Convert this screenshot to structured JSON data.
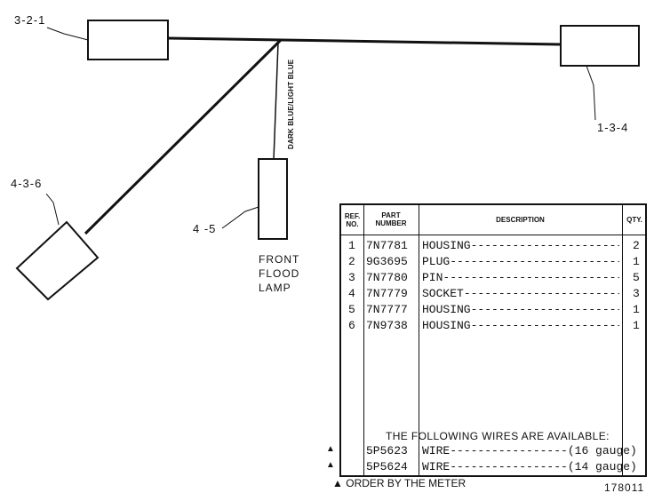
{
  "callouts": {
    "c321": "3-2-1",
    "c134": "1-3-4",
    "c436": "4-3-6",
    "c45": "4 -5"
  },
  "lamp_label": [
    "FRONT",
    "FLOOD",
    "LAMP"
  ],
  "wire_label": "DARK BLUE/LIGHT BLUE",
  "table": {
    "headers": {
      "ref": [
        "REF.",
        "NO."
      ],
      "part": [
        "PART",
        "NUMBER"
      ],
      "desc": "DESCRIPTION",
      "qty": "QTY."
    },
    "rows": [
      {
        "ref": "1",
        "part": "7N7781",
        "desc": "HOUSING",
        "qty": "2"
      },
      {
        "ref": "2",
        "part": "9G3695",
        "desc": "PLUG",
        "qty": "1"
      },
      {
        "ref": "3",
        "part": "7N7780",
        "desc": "PIN",
        "qty": "5"
      },
      {
        "ref": "4",
        "part": "7N7779",
        "desc": "SOCKET",
        "qty": "3"
      },
      {
        "ref": "5",
        "part": "7N7777",
        "desc": "HOUSING",
        "qty": "1"
      },
      {
        "ref": "6",
        "part": "7N9738",
        "desc": "HOUSING",
        "qty": "1"
      }
    ],
    "following_text": "THE FOLLOWING WIRES ARE AVAILABLE:",
    "wires": [
      {
        "part": "5P5623",
        "desc": "WIRE",
        "gauge": "(16 gauge)"
      },
      {
        "part": "5P5624",
        "desc": "WIRE",
        "gauge": "(14 gauge)"
      }
    ]
  },
  "footnote": "ORDER BY THE METER",
  "marker_symbol": "▲",
  "figure_number": "178011"
}
